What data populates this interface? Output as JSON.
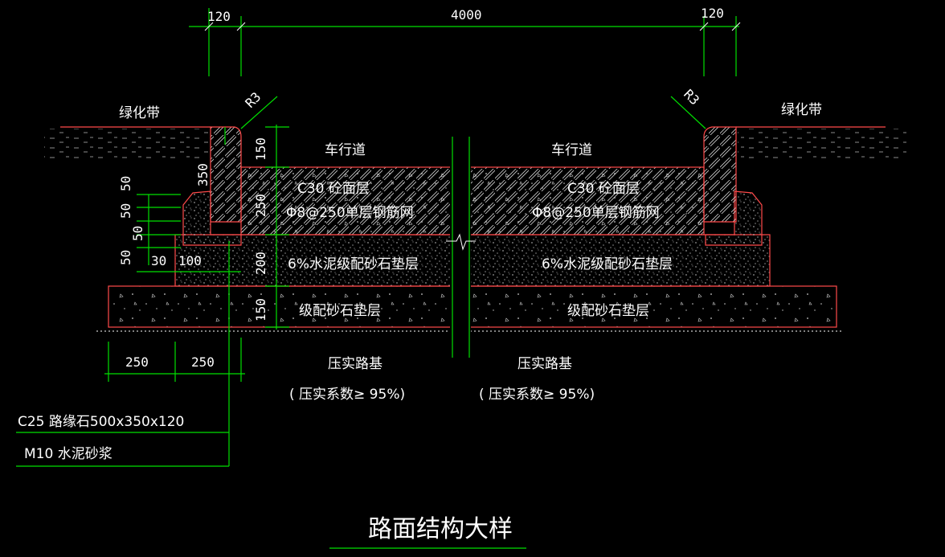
{
  "dimensions_top": {
    "left": "120",
    "middle": "4000",
    "right": "120"
  },
  "radius_labels": {
    "left": "R3",
    "right": "R3"
  },
  "greenbelt": {
    "left": "绿化带",
    "right": "绿化带"
  },
  "lane": {
    "left": "车行道",
    "right": "车行道"
  },
  "layers": {
    "surface_left": "C30  砼面层",
    "rebar_left": "Φ8@250单层钢筋网",
    "surface_right": "C30  砼面层",
    "rebar_right": "Φ8@250单层钢筋网",
    "base_left": "6%水泥级配砂石垫层",
    "base_right": "6%水泥级配砂石垫层",
    "subbase_left": "级配砂石垫层",
    "subbase_right": "级配砂石垫层"
  },
  "vertical_dims": {
    "d150a": "150",
    "d250": "250",
    "d200": "200",
    "d150b": "150"
  },
  "curb_dims": {
    "h350": "350",
    "a50": "50",
    "b50": "50",
    "c50": "50",
    "d50": "50",
    "w30": "30",
    "w100": "100"
  },
  "bottom_dims": {
    "left": "250",
    "right": "250"
  },
  "subgrade": {
    "left_title": "压实路基",
    "left_note": "( 压实系数≥  95%)",
    "right_title": "压实路基",
    "right_note": "( 压实系数≥  95%)"
  },
  "callouts": {
    "curb": "C25  路缘石500x350x120",
    "mortar": "M10  水泥砂浆"
  },
  "drawing_title": "路面结构大样",
  "colors": {
    "dim_line": "#00e000",
    "outline": "#ff4a4a",
    "hatch": "#ffffff",
    "background": "#000000"
  }
}
